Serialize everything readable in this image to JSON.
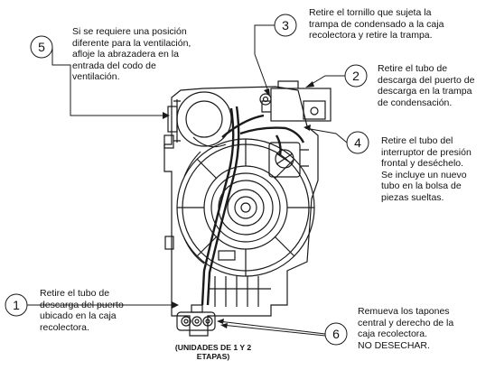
{
  "steps": [
    {
      "num": "1",
      "text": "Retire el tubo de\ndescarga del puerto\nubicado en la caja\nrecolectora."
    },
    {
      "num": "2",
      "text": "Retire el tubo de\ndescarga del puerto de\ndescarga en la trampa\nde condensación."
    },
    {
      "num": "3",
      "text": "Retire el tornillo que sujeta la\ntrampa de condensado a la caja\nrecolectora y retire la trampa."
    },
    {
      "num": "4",
      "text": "Retire el tubo del\ninterruptor de presión\nfrontal y deséchelo.\nSe incluye un nuevo\ntubo en la bolsa de\npiezas sueltas."
    },
    {
      "num": "5",
      "text": "Si se requiere una posición\ndiferente para la ventilación,\nafloje la abrazadera en la\nentrada del codo de\nventilación."
    },
    {
      "num": "6",
      "text": "Remueva los tapones\ncentral y derecho de la\ncaja recolectora.\nNO DESECHAR."
    }
  ],
  "caption": "(UNIDADES DE 1 Y 2\nETAPAS)",
  "colors": {
    "line": "#1a1a1a",
    "background": "#ffffff"
  }
}
